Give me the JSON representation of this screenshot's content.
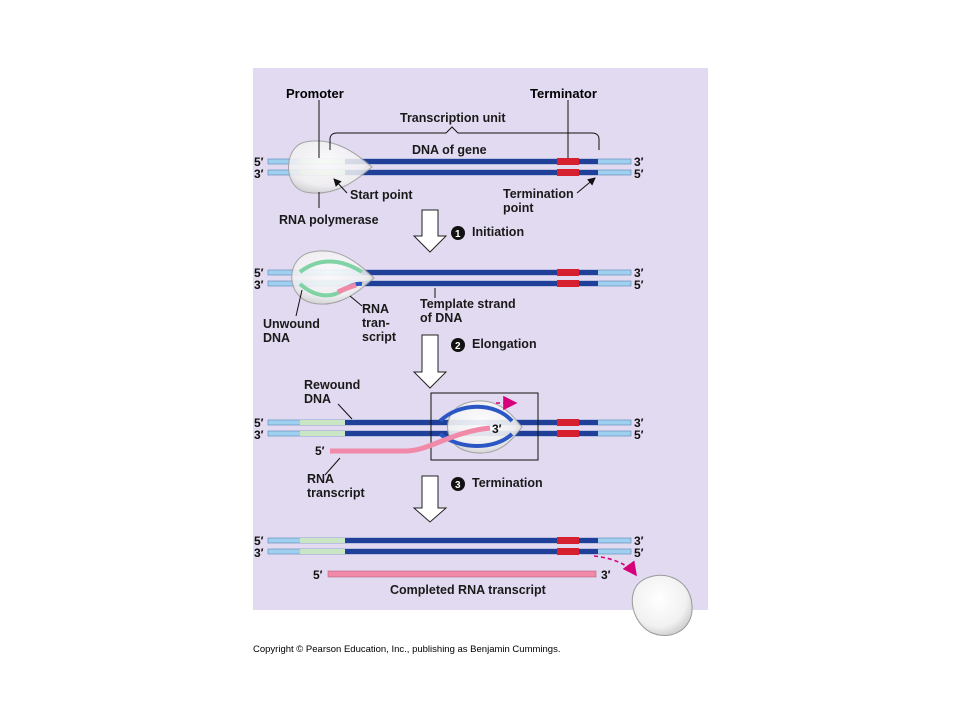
{
  "labels": {
    "promoter": "Promoter",
    "terminator": "Terminator",
    "transcription_unit": "Transcription unit",
    "dna_of_gene": "DNA of gene",
    "start_point": "Start point",
    "termination_point": [
      "Termination",
      "point"
    ],
    "rna_polymerase": "RNA polymerase",
    "unwound_dna": [
      "Unwound",
      "DNA"
    ],
    "rna_transcript_short": [
      "RNA",
      "tran-",
      "script"
    ],
    "template_strand": [
      "Template strand",
      "of DNA"
    ],
    "rewound_dna": [
      "Rewound",
      "DNA"
    ],
    "rna_transcript": [
      "RNA",
      "transcript"
    ],
    "completed_rna": "Completed RNA transcript"
  },
  "ends": {
    "five_prime": "5′",
    "three_prime": "3′"
  },
  "steps": [
    {
      "number": "1",
      "label": "Initiation"
    },
    {
      "number": "2",
      "label": "Elongation"
    },
    {
      "number": "3",
      "label": "Termination"
    }
  ],
  "copyright": "Copyright © Pearson Education, Inc., publishing as Benjamin Cummings.",
  "colors": {
    "panel": "#e2daf0",
    "dna_dark": "#1f3f99",
    "dna_light": "#9fd0ef",
    "promoter": "#c9e5c4",
    "terminator": "#d62030",
    "rna": "#f08aa8",
    "arrow": "#d8007a"
  }
}
